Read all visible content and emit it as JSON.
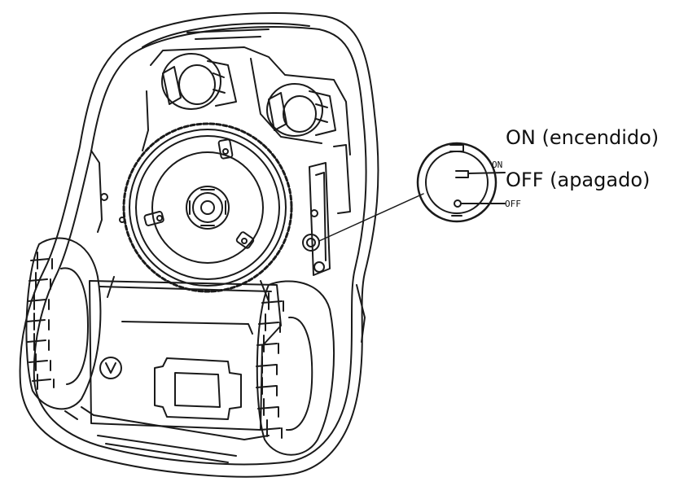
{
  "labels": {
    "on": "ON (encendido)",
    "off": "OFF (apagado)"
  },
  "switch_marks": {
    "on": "ON",
    "off": "OFF"
  },
  "colors": {
    "line": "#1a1a1a",
    "background": "#ffffff"
  }
}
